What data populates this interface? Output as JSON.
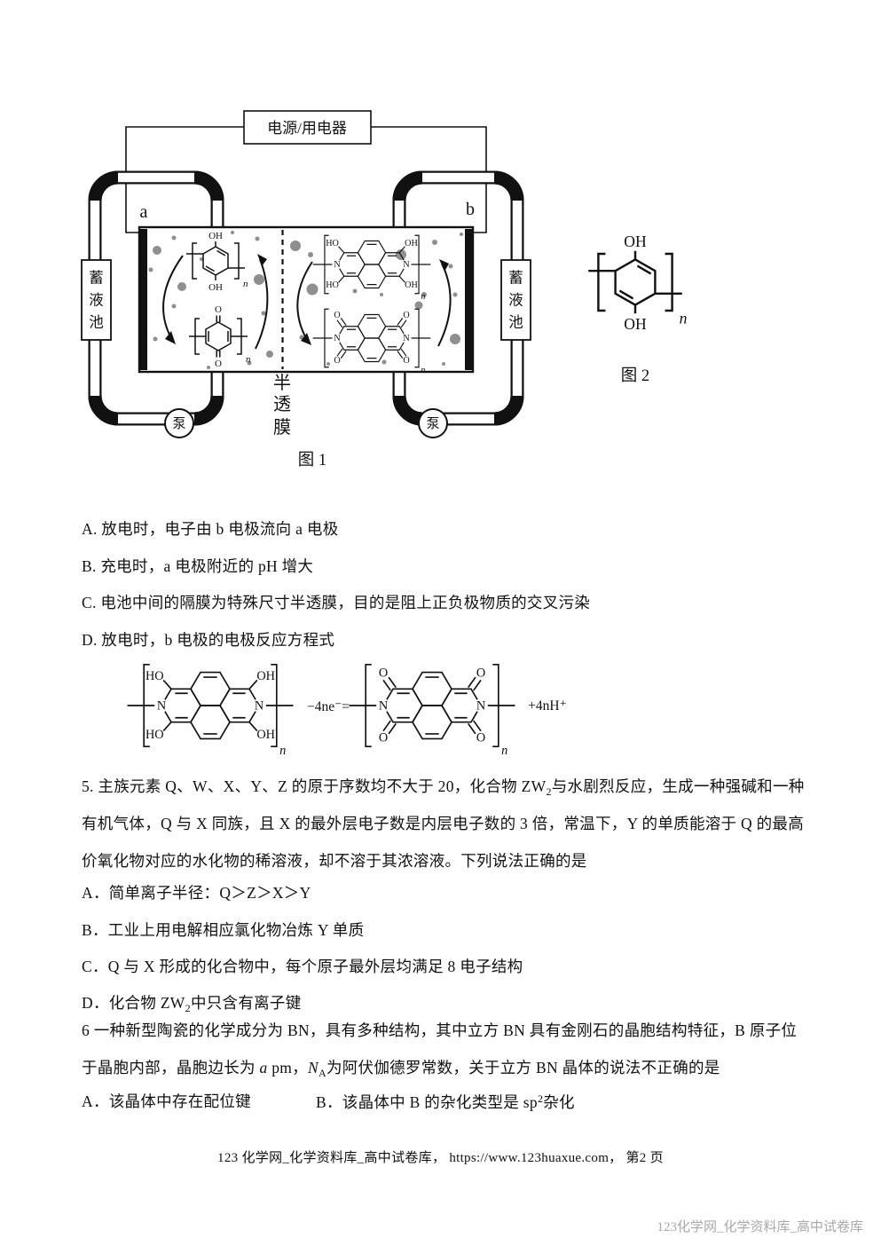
{
  "figure1": {
    "power_label": "电源/用电器",
    "electrode_a": "a",
    "electrode_b": "b",
    "tank_chars": [
      "蓄",
      "液",
      "池"
    ],
    "pump_label": "泵",
    "membrane_chars": [
      "半",
      "透",
      "膜"
    ],
    "caption": "图 1"
  },
  "figure2": {
    "caption": "图 2"
  },
  "chem_labels": {
    "oh": "OH",
    "ho": "HO",
    "n": "N",
    "o": "O",
    "sub_n": "n"
  },
  "equation": {
    "join": "−4ne⁻=",
    "tail": "+4nH⁺"
  },
  "q4": {
    "optA": "A. 放电时，电子由 b 电极流向 a 电极",
    "optB": "B. 充电时，a 电极附近的 pH 增大",
    "optC": "C. 电池中间的隔膜为特殊尺寸半透膜，目的是阻上正负极物质的交叉污染",
    "optD": "D. 放电时，b 电极的电极反应方程式"
  },
  "q5": {
    "stem1a": "5. 主族元素 Q、W、X、Y、Z 的原于序数均不大于 20，化合物 ZW",
    "stem1sub": "2",
    "stem1b": "与水剧烈反应，生成一种强碱和一种",
    "stem2": "有机气体，Q 与 X 同族，且 X 的最外层电子数是内层电子数的 3 倍，常温下，Y 的单质能溶于 Q 的最高",
    "stem3": "价氧化物对应的水化物的稀溶液，却不溶于其浓溶液。下列说法正确的是",
    "optA": "A．简单离子半径：Q＞Z＞X＞Y",
    "optB": "B．工业上用电解相应氯化物冶炼 Y 单质",
    "optC": "C．Q 与 X 形成的化合物中，每个原子最外层均满足 8 电子结构",
    "optDa": "D．化合物 ZW",
    "optDsub": "2",
    "optDb": "中只含有离子键"
  },
  "q6": {
    "stem1": "6 一种新型陶瓷的化学成分为 BN，具有多种结构，其中立方 BN 具有金刚石的晶胞结构特征，B 原子位",
    "stem2a": "于晶胞内部，晶胞边长为 ",
    "stem2i": "a",
    "stem2b": " pm，",
    "stem2n": "N",
    "stem2sub": "A",
    "stem2c": "为阿伏伽德罗常数，关于立方 BN 晶体的说法不正确的是",
    "optA": "A．该晶体中存在配位键",
    "optBa": "B．该晶体中 B 的杂化类型是 sp",
    "optBsup": "2",
    "optBb": "杂化"
  },
  "footer": {
    "text": "123 化学网_化学资料库_高中试卷库， https://www.123huaxue.com，  第2 页"
  },
  "watermark": "123化学网_化学资料库_高中试卷库"
}
